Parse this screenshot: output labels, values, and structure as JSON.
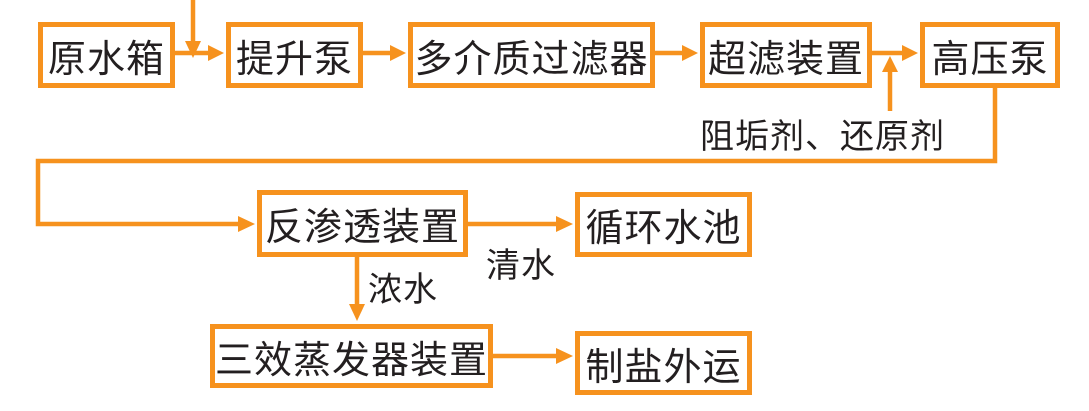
{
  "diagram": {
    "type": "flowchart",
    "subject": "water treatment / desalination process",
    "nodes": {
      "raw_water_tank": "原水箱",
      "lift_pump": "提升泵",
      "multimedia_filter": "多介质过滤器",
      "ultrafiltration_unit": "超滤装置",
      "high_pressure_pump": "高压泵",
      "reverse_osmosis_unit": "反渗透装置",
      "circulating_water_pool": "循环水池",
      "triple_effect_evaporator": "三效蒸发器装置",
      "salt_shipping": "制盐外运"
    },
    "stream_labels": {
      "dosing_agents": "阻垢剂、还原剂",
      "clear_water": "清水",
      "concentrated_water": "浓水"
    },
    "edges": [
      {
        "from": "external_inlet",
        "to": "raw_water_tank→lift_pump line",
        "label": ""
      },
      {
        "from": "raw_water_tank",
        "to": "lift_pump",
        "label": ""
      },
      {
        "from": "lift_pump",
        "to": "multimedia_filter",
        "label": ""
      },
      {
        "from": "multimedia_filter",
        "to": "ultrafiltration_unit",
        "label": ""
      },
      {
        "from": "ultrafiltration_unit",
        "to": "high_pressure_pump",
        "label": ""
      },
      {
        "from": "dosing_agents",
        "to": "ultrafiltration_unit→high_pressure_pump line",
        "label": "阻垢剂、还原剂"
      },
      {
        "from": "high_pressure_pump",
        "to": "reverse_osmosis_unit",
        "label": ""
      },
      {
        "from": "reverse_osmosis_unit",
        "to": "circulating_water_pool",
        "label": "清水"
      },
      {
        "from": "reverse_osmosis_unit",
        "to": "triple_effect_evaporator",
        "label": "浓水"
      },
      {
        "from": "triple_effect_evaporator",
        "to": "salt_shipping",
        "label": ""
      }
    ],
    "colors": {
      "accent": "#F6921E",
      "text": "#231F20",
      "background": "#FFFFFF"
    }
  }
}
